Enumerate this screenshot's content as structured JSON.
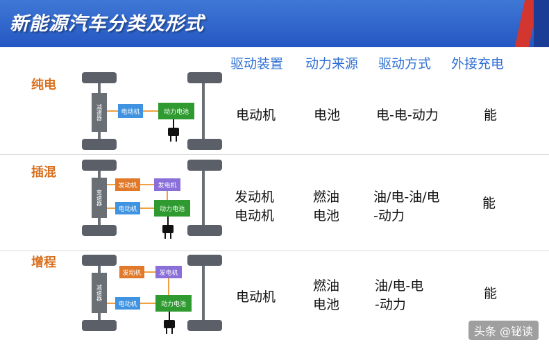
{
  "header": {
    "title": "新能源汽车分类及形式"
  },
  "columns": [
    "驱动装置",
    "动力来源",
    "驱动方式",
    "外接充电"
  ],
  "rows": [
    {
      "label": "纯电",
      "drive_device": "电动机",
      "power_source": "电池",
      "drive_mode": "电-电-动力",
      "external_charging": "能",
      "diagram": {
        "transmission": "减速器",
        "motor": "电动机",
        "battery": "动力电池"
      }
    },
    {
      "label": "插混",
      "drive_device": "发动机\n电动机",
      "power_source": "燃油\n电池",
      "drive_mode": "油/电-油/电\n-动力",
      "external_charging": "能",
      "diagram": {
        "transmission": "变速器",
        "engine": "发动机",
        "generator": "发电机",
        "motor": "电动机",
        "battery": "动力电池"
      }
    },
    {
      "label": "增程",
      "drive_device": "电动机",
      "power_source": "燃油\n电池",
      "drive_mode": "油/电-电\n-动力",
      "external_charging": "能",
      "diagram": {
        "transmission": "减速器",
        "engine": "发动机",
        "generator": "发电机",
        "motor": "电动机",
        "battery": "动力电池"
      }
    }
  ],
  "watermark": "头条 @铋读",
  "colors": {
    "header_blue": "#2a5fc9",
    "column_header": "#2f6fd3",
    "row_label": "#d86e1c",
    "motor_box": "#3f93e0",
    "battery_box": "#2f9a2f",
    "engine_box": "#e07a2a",
    "generator_box": "#8a6fd8",
    "tire": "#5b6068"
  }
}
